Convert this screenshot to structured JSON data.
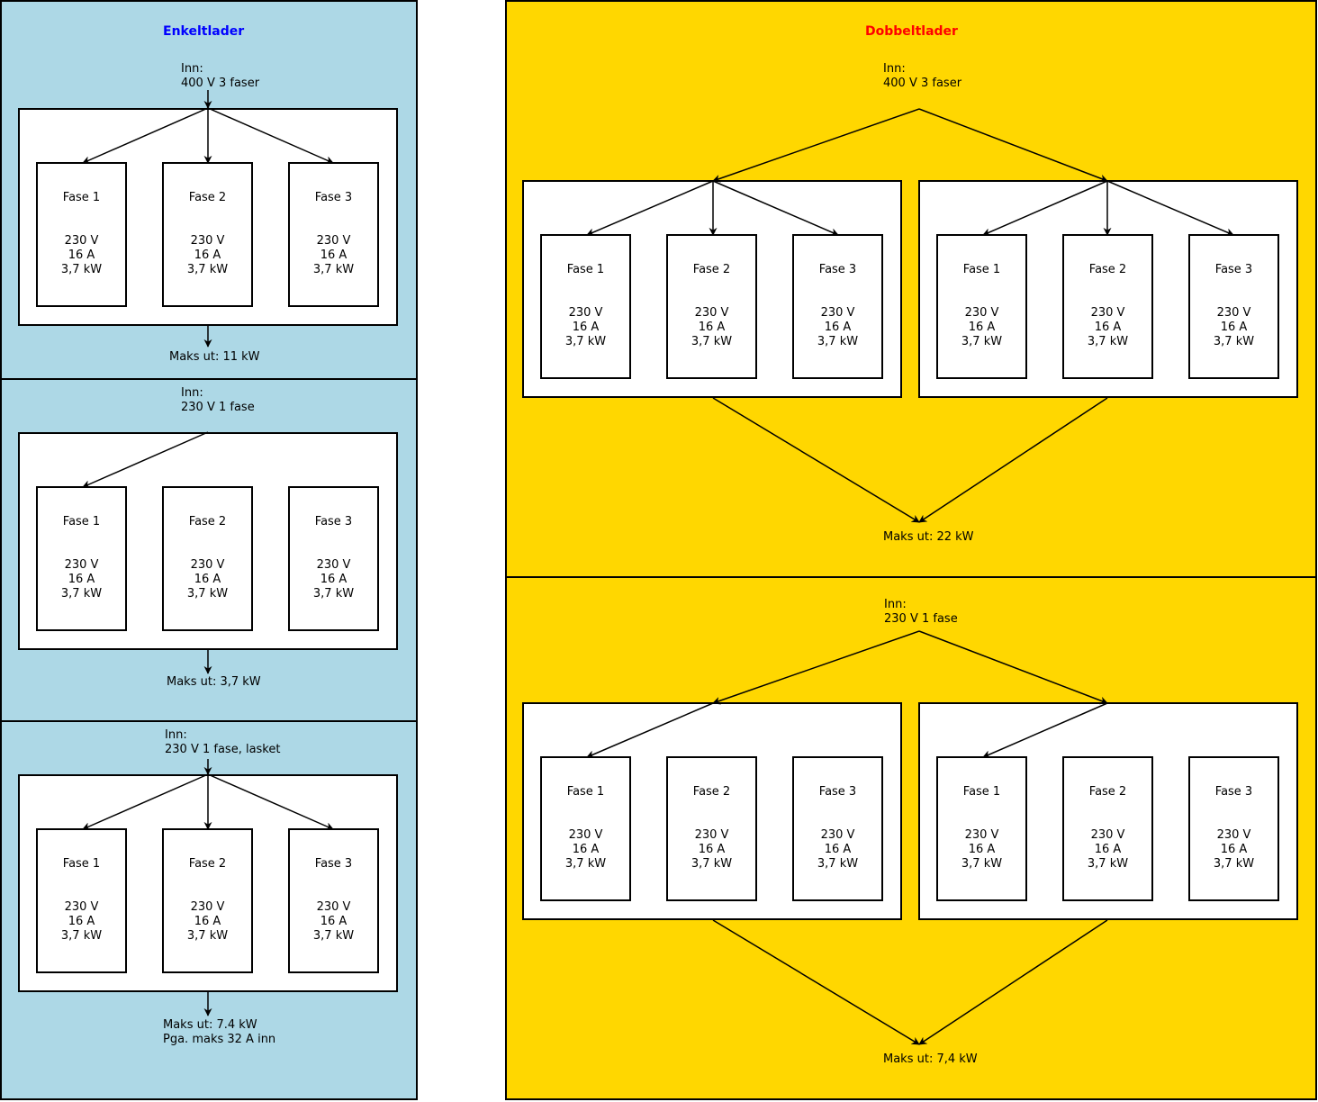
{
  "colors": {
    "single_bg": "#add8e6",
    "double_bg": "#ffd700",
    "single_title": "#0000ff",
    "double_title": "#ff0000"
  },
  "single": {
    "title": "Enkeltlader",
    "s1": {
      "inn_label": "Inn:",
      "inn_value": "400 V 3 faser",
      "out": "Maks ut: 11 kW"
    },
    "s2": {
      "inn_label": "Inn:",
      "inn_value": "230 V 1 fase",
      "out": "Maks ut: 3,7 kW"
    },
    "s3": {
      "inn_label": "Inn:",
      "inn_value": "230 V 1 fase, lasket",
      "out": "Maks ut: 7.4 kW",
      "out_note": "Pga. maks 32 A inn"
    }
  },
  "double": {
    "title": "Dobbeltlader",
    "s1": {
      "inn_label": "Inn:",
      "inn_value": "400 V 3 faser",
      "out": "Maks ut: 22 kW"
    },
    "s2": {
      "inn_label": "Inn:",
      "inn_value": "230 V 1 fase",
      "out": "Maks ut: 7,4 kW"
    }
  },
  "phase": {
    "voltage": "230 V",
    "current": "16 A",
    "power": "3,7 kW"
  },
  "phase_names": [
    "Fase 1",
    "Fase 2",
    "Fase 3"
  ]
}
